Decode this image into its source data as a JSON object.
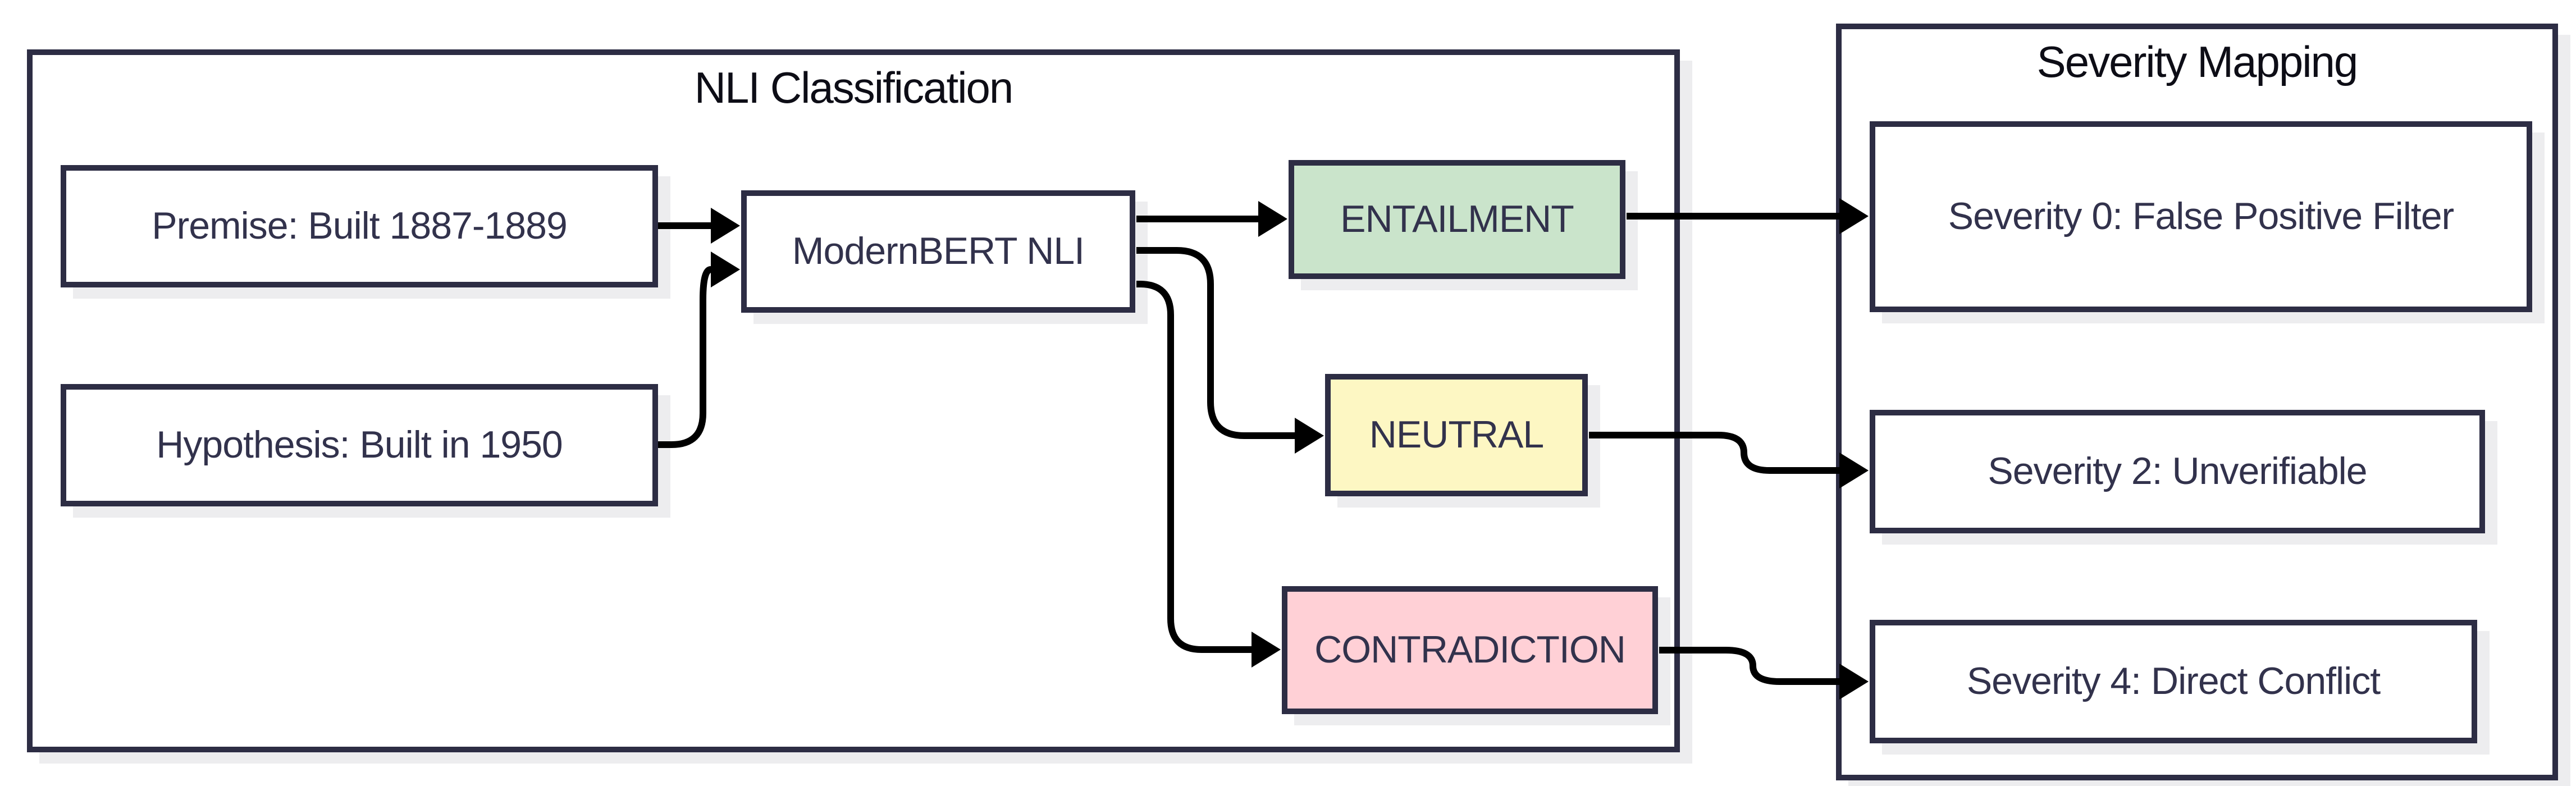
{
  "diagram": {
    "containers": {
      "nli": {
        "title": "NLI Classification"
      },
      "severity": {
        "title": "Severity Mapping"
      }
    },
    "nodes": {
      "premise": {
        "label": "Premise: Built 1887-1889",
        "fill": "#ffffff"
      },
      "hypothesis": {
        "label": "Hypothesis: Built in 1950",
        "fill": "#ffffff"
      },
      "modernbert": {
        "label": "ModernBERT NLI",
        "fill": "#ffffff"
      },
      "entailment": {
        "label": "ENTAILMENT",
        "fill": "#cae4cb"
      },
      "neutral": {
        "label": "NEUTRAL",
        "fill": "#fdf7c3"
      },
      "contradiction": {
        "label": "CONTRADICTION",
        "fill": "#ffd0d6"
      },
      "severity0": {
        "label": "Severity 0: False Positive Filter",
        "fill": "#ffffff"
      },
      "severity2": {
        "label": "Severity 2: Unverifiable",
        "fill": "#ffffff"
      },
      "severity4": {
        "label": "Severity 4: Direct Conflict",
        "fill": "#ffffff"
      }
    },
    "edges": [
      {
        "from": "premise",
        "to": "modernbert"
      },
      {
        "from": "hypothesis",
        "to": "modernbert"
      },
      {
        "from": "modernbert",
        "to": "entailment"
      },
      {
        "from": "modernbert",
        "to": "neutral"
      },
      {
        "from": "modernbert",
        "to": "contradiction"
      },
      {
        "from": "entailment",
        "to": "severity0"
      },
      {
        "from": "neutral",
        "to": "severity2"
      },
      {
        "from": "contradiction",
        "to": "severity4"
      }
    ],
    "colors": {
      "border": "#2d2d44",
      "node_text": "#32324c",
      "title_text": "#0d0d16",
      "arrow": "#000000",
      "shadow": "#ededef",
      "background": "#ffffff"
    }
  }
}
